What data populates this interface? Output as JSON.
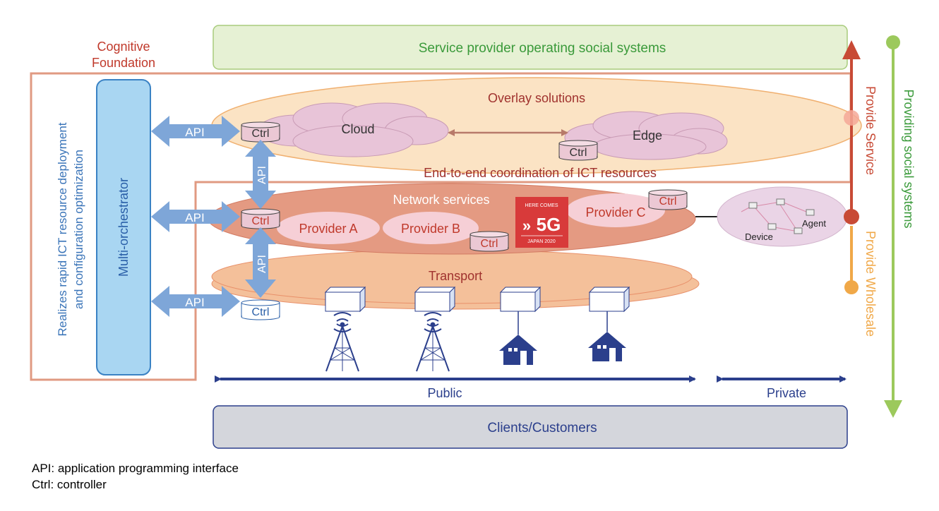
{
  "cognitive_foundation": {
    "line1": "Cognitive",
    "line2": "Foundation"
  },
  "service_provider_bar": "Service provider operating social systems",
  "left_vertical_text": {
    "line1": "Realizes rapid ICT resource deployment",
    "line2": "and configuration optimization"
  },
  "multi_orchestrator": "Multi-orchestrator",
  "overlay": {
    "title": "Overlay solutions",
    "cloud": "Cloud",
    "edge": "Edge"
  },
  "e2e_coordination": "End-to-end coordination of ICT resources",
  "network_services": {
    "title": "Network services",
    "provider_a": "Provider A",
    "provider_b": "Provider B",
    "provider_c": "Provider C"
  },
  "transport": {
    "title": "Transport"
  },
  "ctrl_label": "Ctrl",
  "api_label": "API",
  "badge_5g": {
    "top": "HERE COMES",
    "main": "5G",
    "bottom": "JAPAN 2020"
  },
  "private_network": {
    "device": "Device",
    "agent": "Agent"
  },
  "scope": {
    "public": "Public",
    "private": "Private"
  },
  "clients_bar": "Clients/Customers",
  "right_labels": {
    "provide_service": "Provide Service",
    "provide_wholesale": "Provide Wholesale",
    "providing_social": "Providing social systems"
  },
  "legend": {
    "api": "API: application programming interface",
    "ctrl": "Ctrl: controller"
  },
  "colors": {
    "cognitive_red": "#c0392b",
    "service_green": "#3a9a3a",
    "arrow_api_blue": "#7ea6d8",
    "public_navy": "#2b3f8c",
    "wholesale_orange": "#f0a848",
    "social_green": "#9cc95c",
    "provide_service_red": "#c84a35"
  }
}
